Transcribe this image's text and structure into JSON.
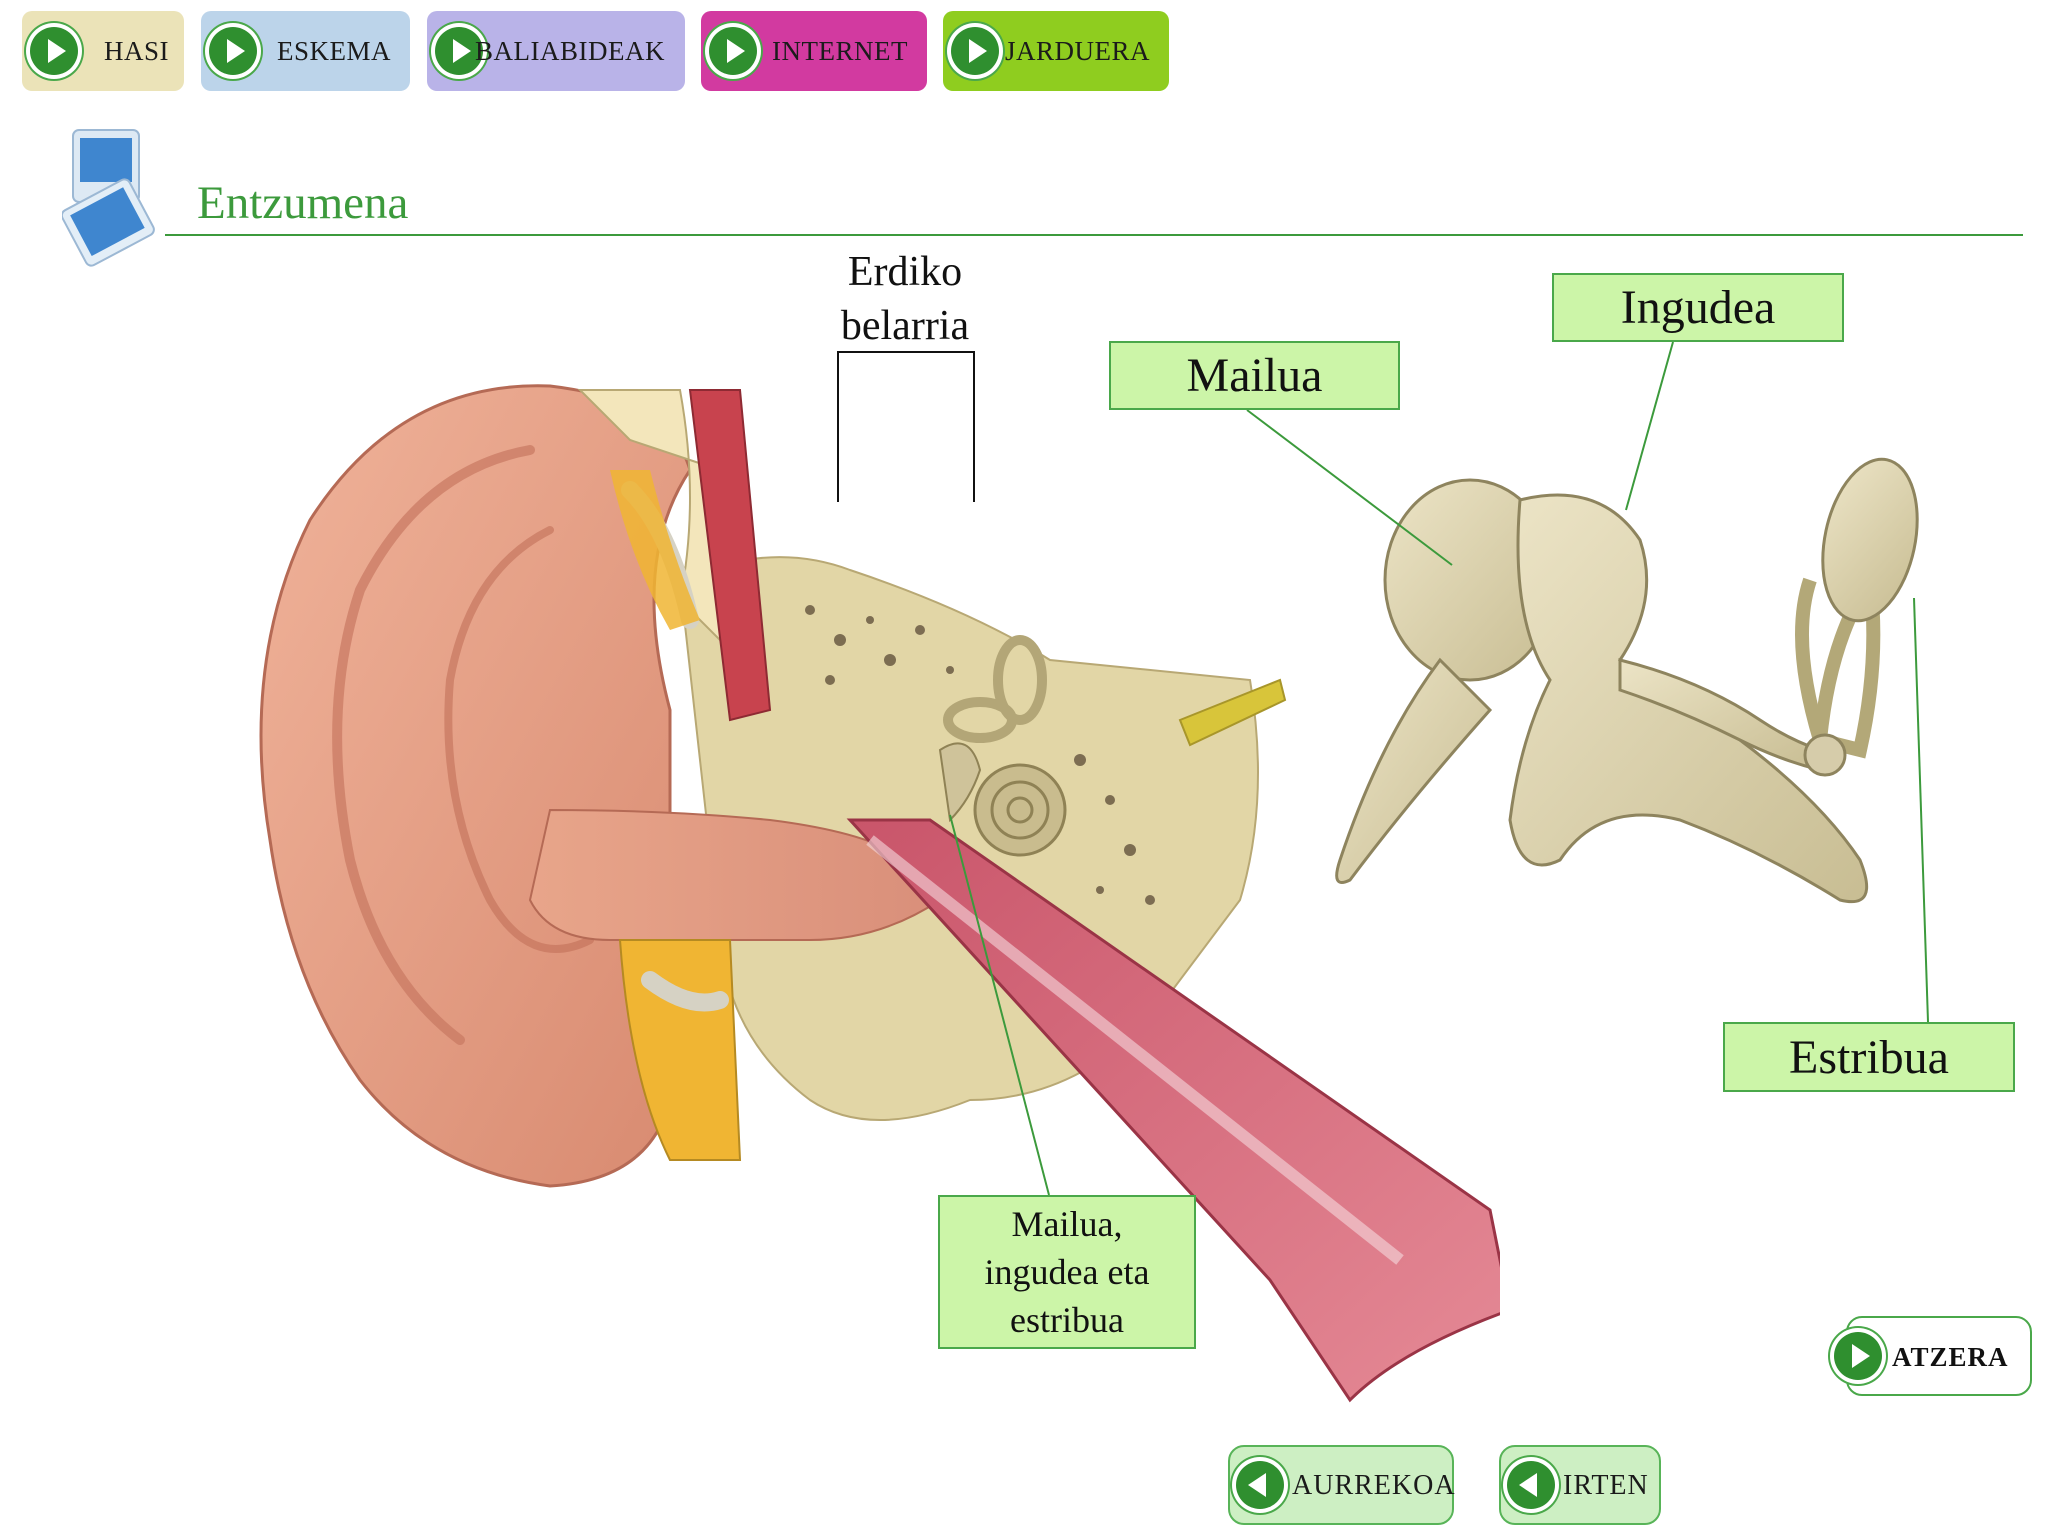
{
  "nav": {
    "items": [
      {
        "label": "HASI",
        "color": "#ebe3b8"
      },
      {
        "label": "ESKEMA",
        "color": "#bcd4ea"
      },
      {
        "label": "BALIABIDEAK",
        "color": "#b9b3e8"
      },
      {
        "label": "INTERNET",
        "color": "#d23aa0"
      },
      {
        "label": "JARDUERA",
        "color": "#8fcd1f"
      }
    ]
  },
  "header": {
    "title": "Entzumena"
  },
  "diagram": {
    "middle_ear_label_line1": "Erdiko",
    "middle_ear_label_line2": "belarria",
    "ossicles_label_line1": "Mailua,",
    "ossicles_label_line2": "ingudea eta",
    "ossicles_label_line3": "estribua",
    "malleus": "Mailua",
    "incus": "Ingudea",
    "stapes": "Estribua"
  },
  "footer": {
    "back": "ATZERA",
    "previous": "AURREKOA",
    "exit": "IRTEN"
  },
  "colors": {
    "accent_green": "#3c9a3c",
    "label_fill": "#ccf5a8",
    "play_green": "#2f8f2f"
  },
  "icons": {
    "nav_button": "play-icon",
    "footer_left": "left-arrow-icon",
    "title": "slides-icon"
  }
}
